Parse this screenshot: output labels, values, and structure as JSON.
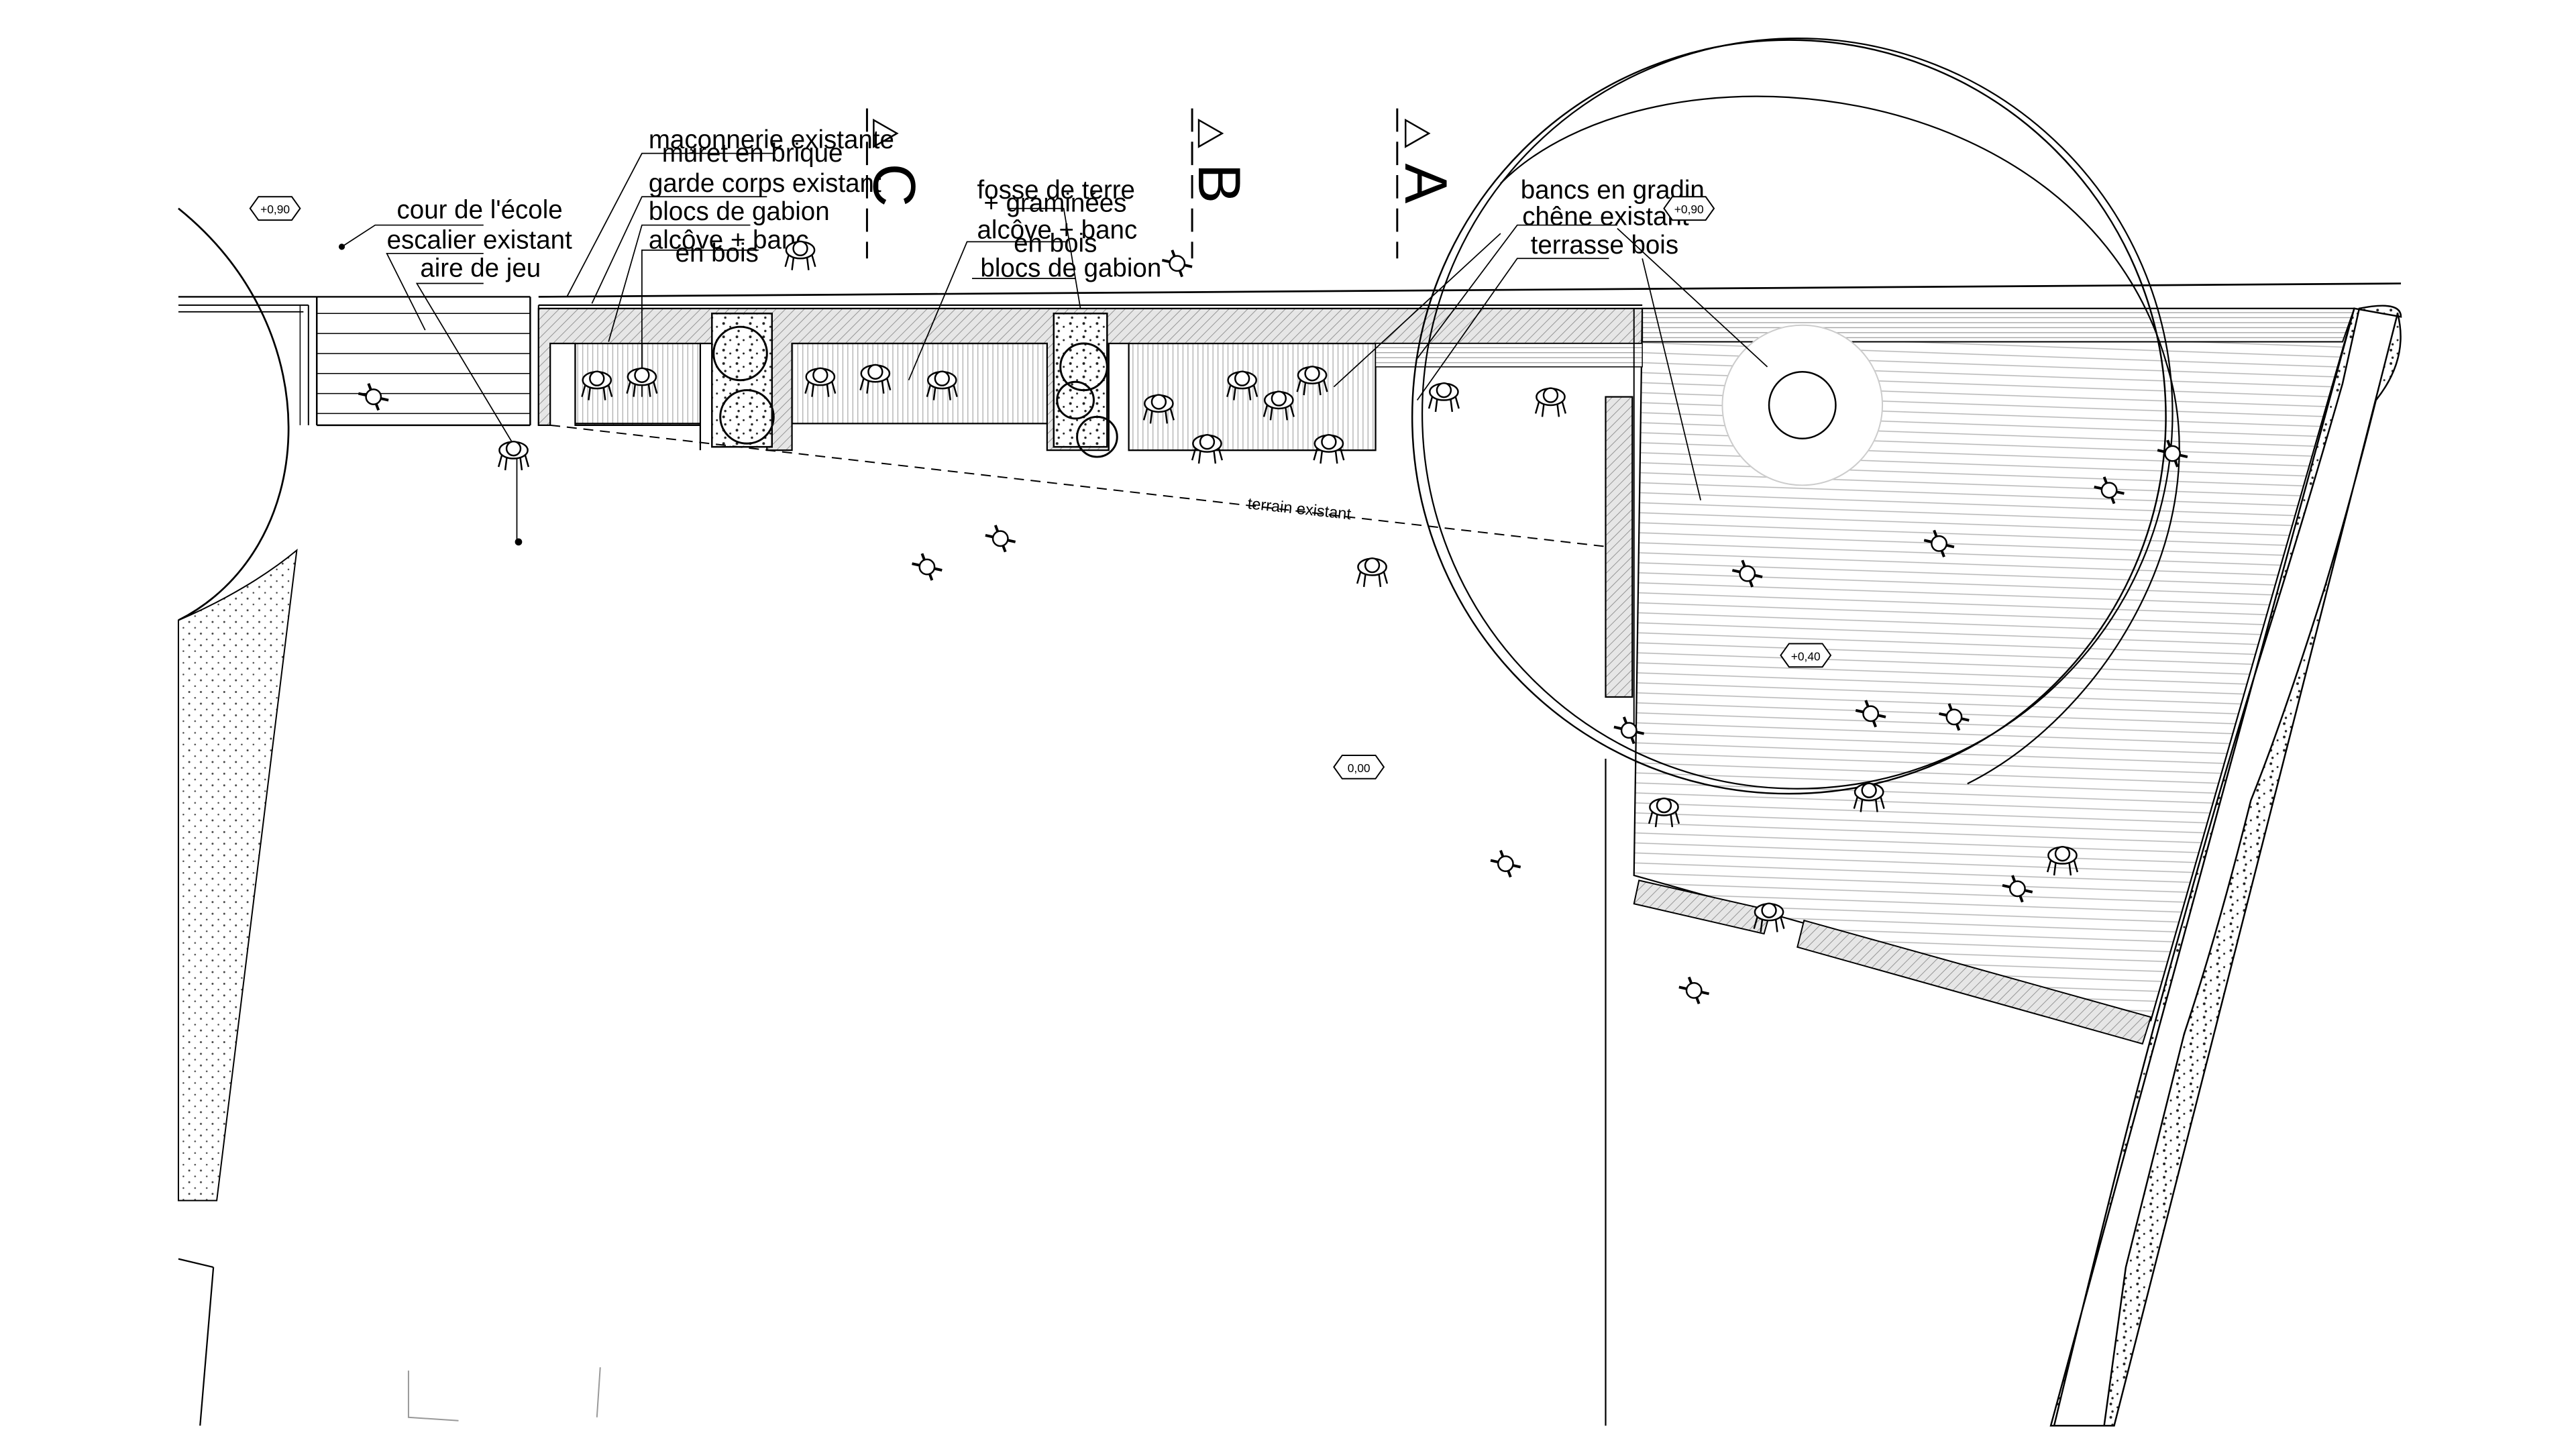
{
  "labels": {
    "cour": "cour de l'école",
    "escalier": "escalier existant",
    "aire": "aire de jeu",
    "maconnerie_1": "maçonnerie existante",
    "maconnerie_2": "muret en brique",
    "garde_corps": "garde corps existant",
    "blocs_1": "blocs de gabion",
    "alcove1_1": "alcôve + banc",
    "alcove1_2": "en bois",
    "fosse_1": "fosse de terre",
    "fosse_2": "+ graminées",
    "alcove2_1": "alcôve + banc",
    "alcove2_2": "en bois",
    "blocs_2": "blocs de gabion",
    "bancs": "bancs en gradin",
    "chene": "chêne existant",
    "terrasse": "terrasse bois",
    "terrain": "terrain existant"
  },
  "sections": {
    "a": "A",
    "b": "B",
    "c": "C"
  },
  "levels": {
    "cour": "+0,90",
    "terrasse_top": "+0,90",
    "terrasse_mid": "+0,40",
    "ground": "0,00"
  }
}
